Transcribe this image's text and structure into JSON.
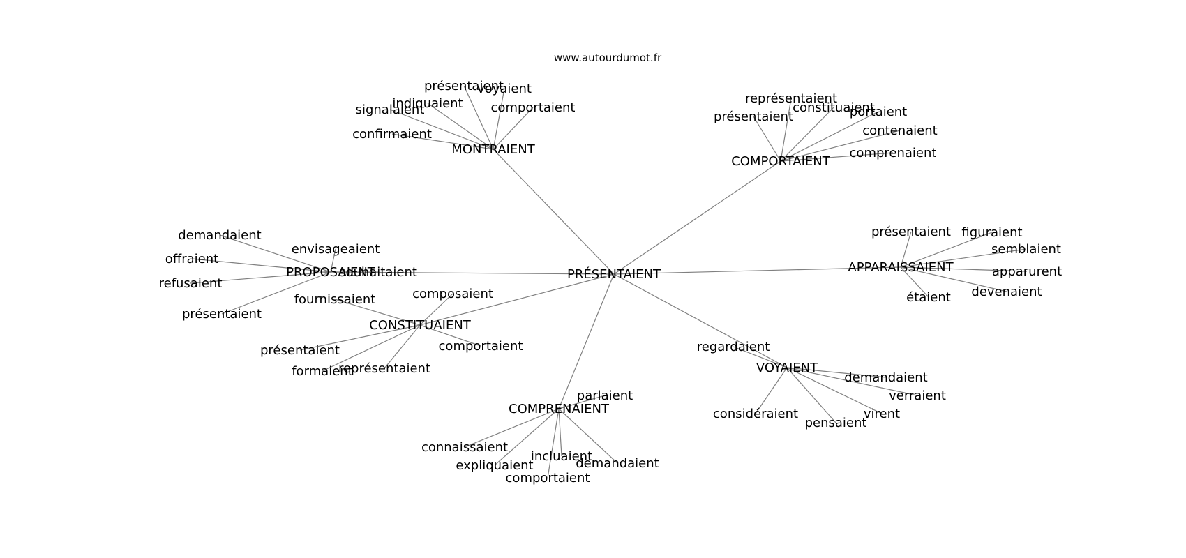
{
  "site": "www.autourdumot.fr",
  "center": "PRÉSENTAIENT",
  "groups": [
    {
      "label": "MONTRAIENT",
      "leaves": [
        "présentaient",
        "voyaient",
        "indiquaient",
        "signalaient",
        "comportaient",
        "confirmaient"
      ]
    },
    {
      "label": "COMPORTAIENT",
      "leaves": [
        "représentaient",
        "présentaient",
        "constituaient",
        "portaient",
        "contenaient",
        "comprenaient"
      ]
    },
    {
      "label": "APPARAISSAIENT",
      "leaves": [
        "présentaient",
        "figuraient",
        "semblaient",
        "apparurent",
        "devenaient",
        "étaient"
      ]
    },
    {
      "label": "VOYAIENT",
      "leaves": [
        "regardaient",
        "demandaient",
        "verraient",
        "virent",
        "pensaient",
        "considéraient"
      ]
    },
    {
      "label": "COMPRENAIENT",
      "leaves": [
        "parlaient",
        "connaissaient",
        "expliquaient",
        "incluaient",
        "demandaient",
        "comportaient"
      ]
    },
    {
      "label": "CONSTITUAIENT",
      "leaves": [
        "composaient",
        "fournissaient",
        "présentaient",
        "comportaient",
        "formaient",
        "représentaient"
      ]
    },
    {
      "label": "PROPOSAIENT",
      "leaves": [
        "demandaient",
        "envisageaient",
        "offraient",
        "souhaitaient",
        "refusaient",
        "présentaient"
      ]
    }
  ]
}
